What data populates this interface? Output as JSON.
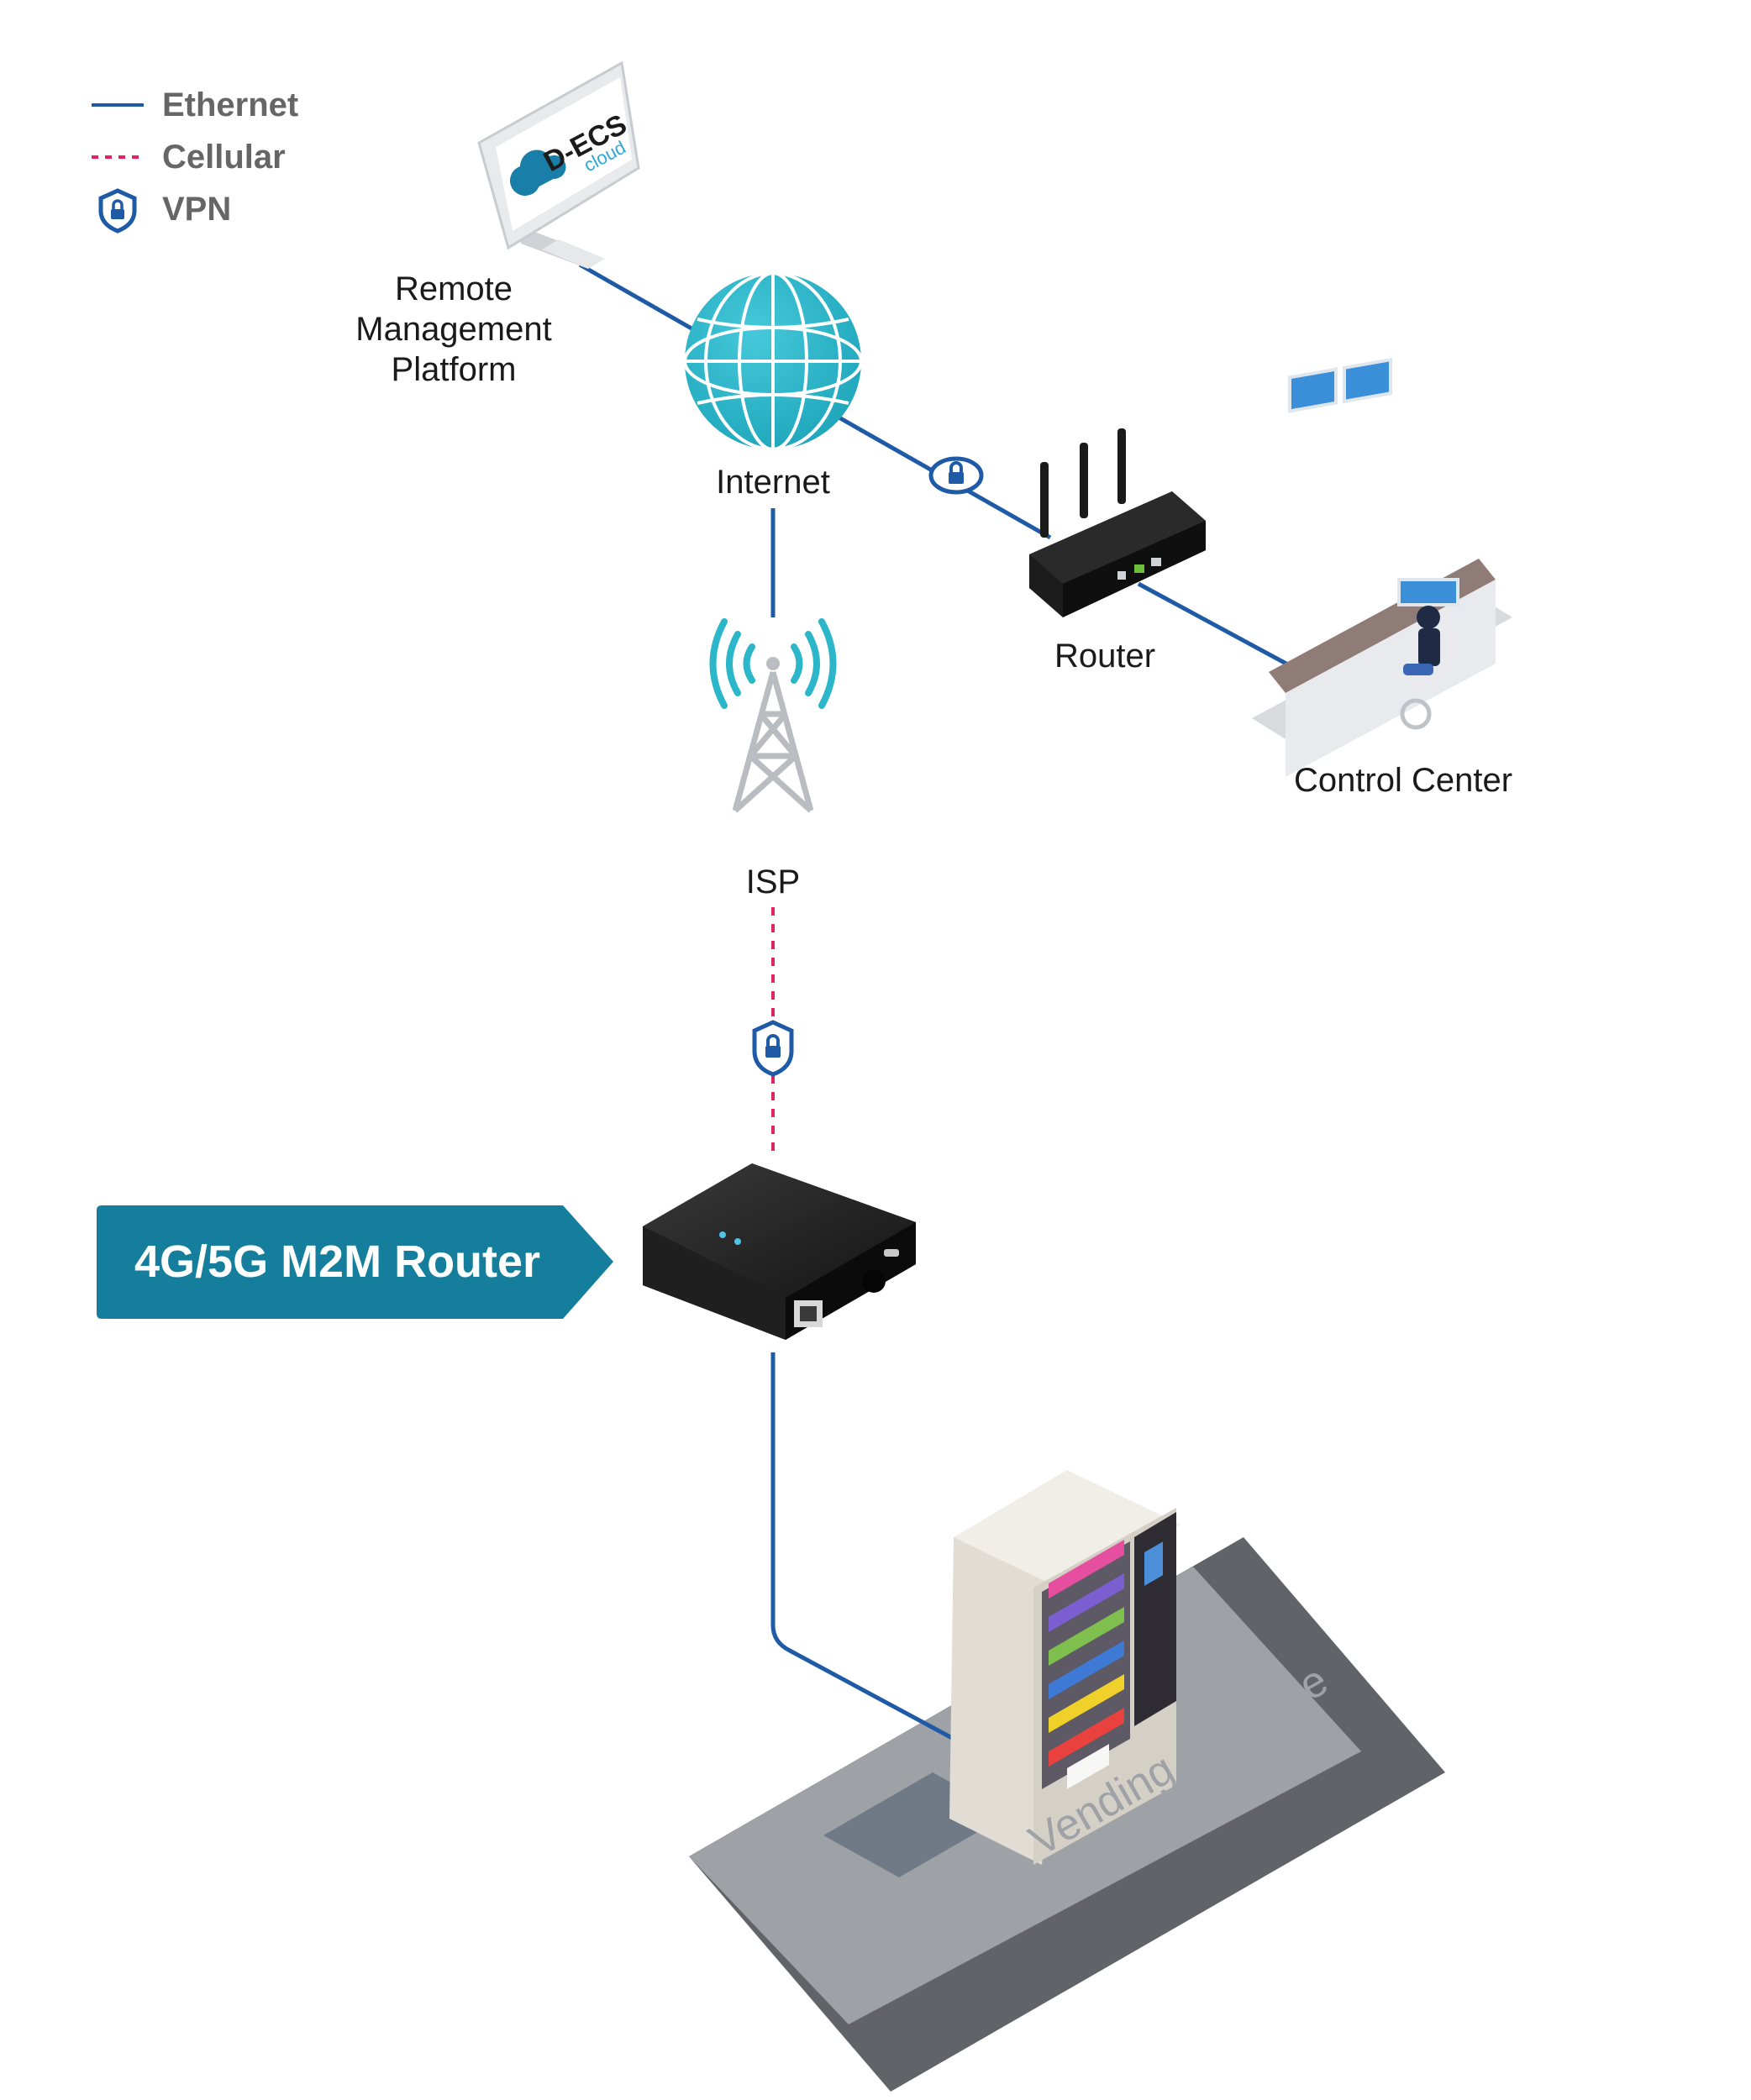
{
  "legend": {
    "ethernet": "Ethernet",
    "cellular": "Cellular",
    "vpn": "VPN"
  },
  "nodes": {
    "remote_platform": "Remote\nManagement\nPlatform",
    "platform_brand": "D-ECS",
    "platform_brand_sub": "cloud",
    "internet": "Internet",
    "router": "Router",
    "control_center": "Control Center",
    "isp": "ISP",
    "m2m_router": "4G/5G M2M Router",
    "vending_machine": "Vending Machine"
  },
  "colors": {
    "ethernet": "#1f5aa6",
    "cellular": "#e0245e",
    "vpn": "#1f5aa6",
    "globe": "#2cb6c9",
    "callout": "#147e9c",
    "zone_dark": "#616368",
    "zone_light": "#9ea1a6"
  }
}
